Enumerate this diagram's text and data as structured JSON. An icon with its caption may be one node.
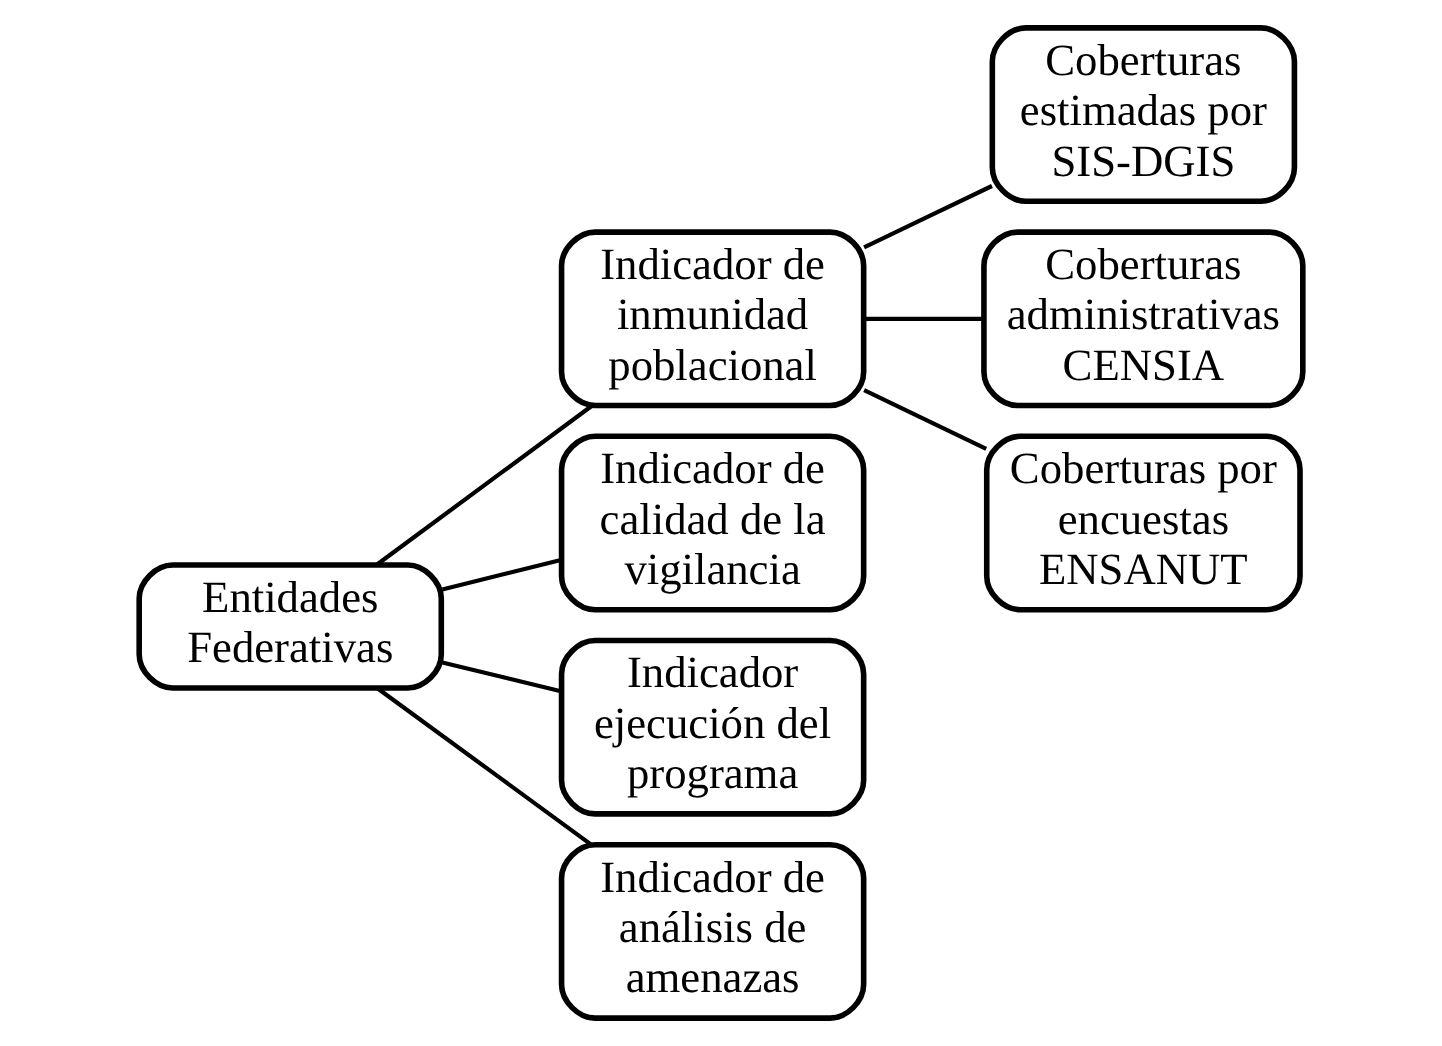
{
  "diagram": {
    "nodes": [
      {
        "text": [
          "Entidades Federativas"
        ]
      },
      {
        "text": [
          "Indicador de inmunidad poblacional"
        ]
      },
      {
        "text": [
          "Indicador de calidad de la vigilancia"
        ]
      },
      {
        "text": [
          "Indicador ejecución del programa"
        ]
      },
      {
        "text": [
          "Indicador de análisis de amenazas"
        ]
      },
      {
        "text": [
          "Coberturas estimadas por SIS-DGIS"
        ]
      },
      {
        "text": [
          "Coberturas administrativas CENSIA"
        ]
      },
      {
        "text": [
          "Coberturas por encuestas ENSANUT"
        ]
      }
    ],
    "edges": [
      {
        "from": 0,
        "to": 1,
        "arrow": "none"
      },
      {
        "from": 0,
        "to": 2,
        "arrow": "none"
      },
      {
        "from": 0,
        "to": 3,
        "arrow": "none"
      },
      {
        "from": 0,
        "to": 4,
        "arrow": "none"
      },
      {
        "from": 1,
        "to": 5,
        "arrow": "none"
      },
      {
        "from": 1,
        "to": 6,
        "arrow": "none"
      },
      {
        "from": 1,
        "to": 7,
        "arrow": "none"
      }
    ]
  }
}
